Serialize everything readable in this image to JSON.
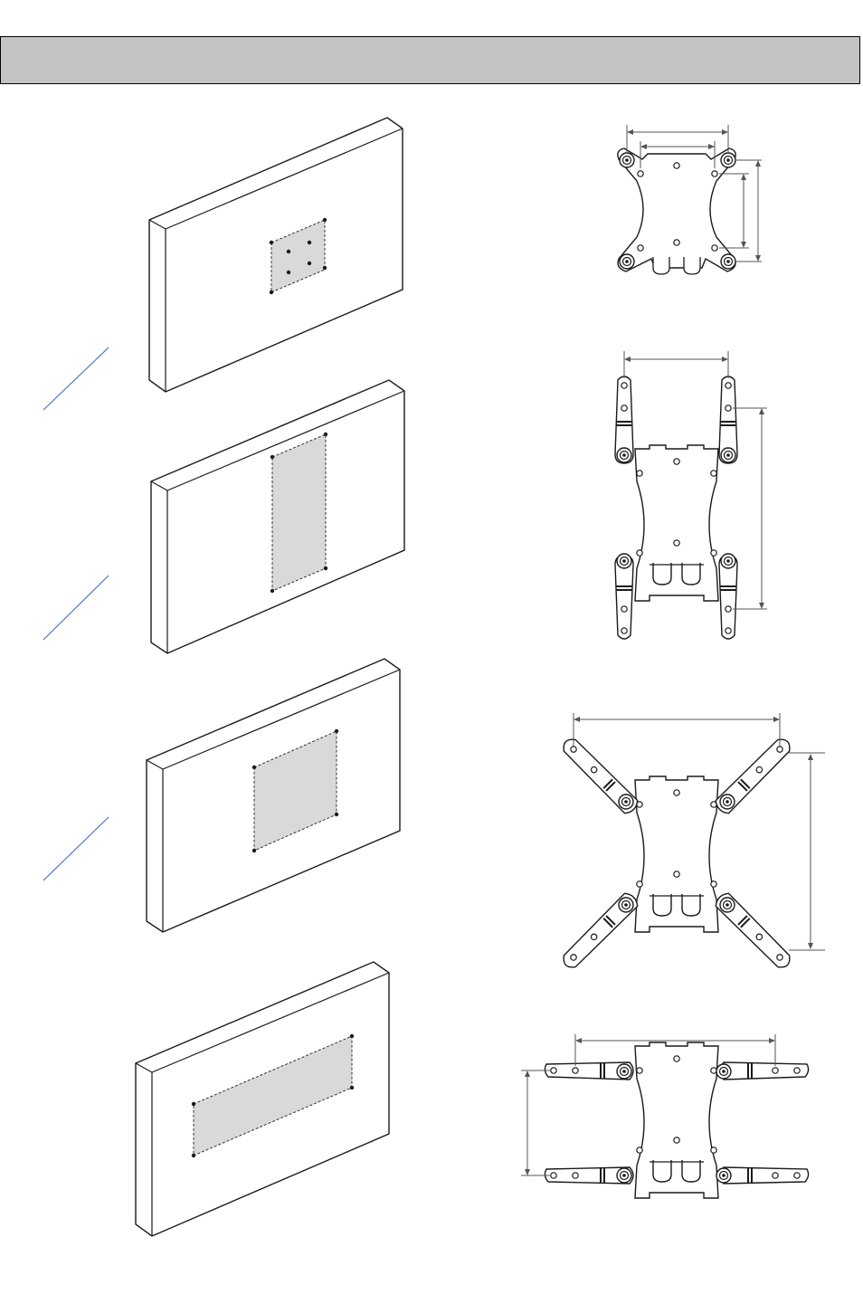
{
  "header": {
    "title": ""
  },
  "colors": {
    "outline": "#1a1a1a",
    "vesa_fill": "#d9d9d9",
    "header_bg": "#c4c4c4",
    "blue_line": "#4472c4",
    "dim_line": "#555555"
  },
  "icons": [
    "tv-panel-vesa-100",
    "tv-panel-vesa-tall",
    "tv-panel-vesa-square",
    "tv-panel-vesa-wide",
    "mount-plate-compact",
    "mount-plate-vertical-arms",
    "mount-plate-x-arms",
    "mount-plate-horizontal-arms"
  ]
}
